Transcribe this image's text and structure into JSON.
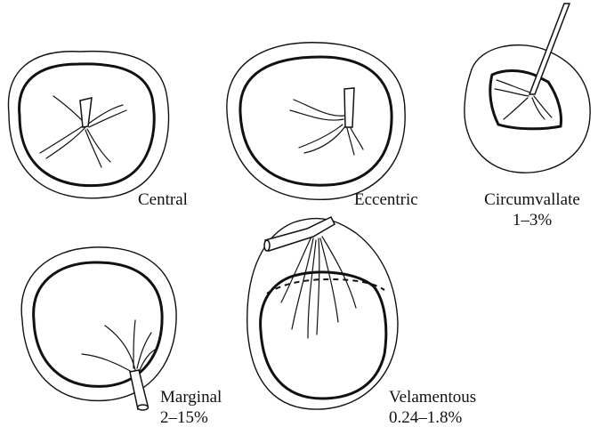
{
  "panels": [
    {
      "key": "central",
      "name": "Central",
      "freq": ""
    },
    {
      "key": "eccentric",
      "name": "Eccentric",
      "freq": ""
    },
    {
      "key": "circumvallate",
      "name": "Circumvallate",
      "freq": "1–3%"
    },
    {
      "key": "marginal",
      "name": "Marginal",
      "freq": "2–15%"
    },
    {
      "key": "velamentous",
      "name": "Velamentous",
      "freq": "0.24–1.8%"
    }
  ]
}
